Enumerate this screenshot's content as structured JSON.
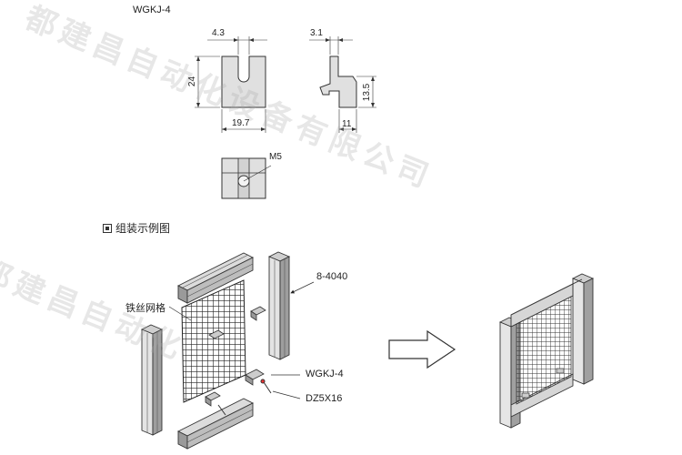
{
  "title": "WGKJ-4",
  "dims": {
    "d43": "4.3",
    "d24": "24",
    "d197": "19.7",
    "d31": "3.1",
    "d135": "13.5",
    "d11": "11",
    "m5": "M5"
  },
  "section_title": "组装示例图",
  "labels": {
    "profile": "8-4040",
    "mesh": "铁丝网格",
    "clip": "WGKJ-4",
    "screw": "DZ5X16"
  },
  "watermark": "都建昌自动化设备有限公司",
  "watermark_partial": "都建昌自动化"
}
